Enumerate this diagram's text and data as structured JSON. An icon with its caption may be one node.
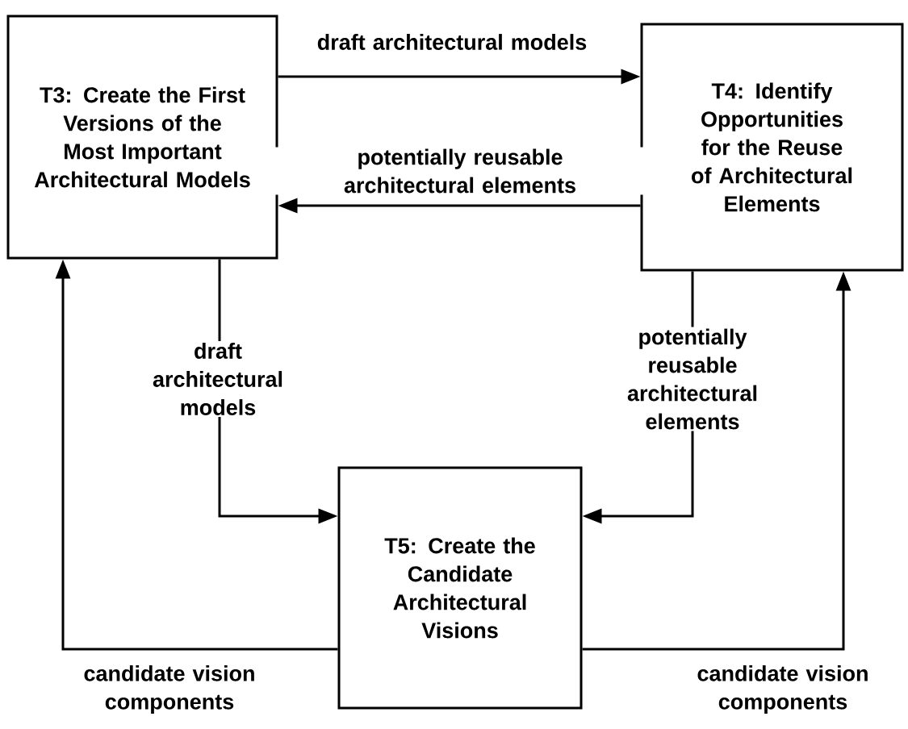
{
  "diagram": {
    "nodes": [
      {
        "text": [
          "T3: Create the First Versions of the Most Important Architectural Models"
        ]
      },
      {
        "text": [
          "T4: Identify Opportunities for the Reuse of Architectural Elements"
        ]
      },
      {
        "text": [
          "T5: Create the Candidate Architectural Visions"
        ]
      }
    ],
    "edges": [
      {
        "from": 0,
        "to": 1,
        "arrow": "to",
        "label": "draft architectural models"
      },
      {
        "from": 1,
        "to": 0,
        "arrow": "to",
        "label": "potentially reusable architectural elements"
      },
      {
        "from": 0,
        "to": 2,
        "arrow": "to",
        "label": "draft architectural models"
      },
      {
        "from": 1,
        "to": 2,
        "arrow": "to",
        "label": "potentially reusable architectural elements"
      },
      {
        "from": 2,
        "to": 0,
        "arrow": "to",
        "label": "candidate vision components"
      },
      {
        "from": 2,
        "to": 1,
        "arrow": "to",
        "label": "candidate vision components"
      }
    ]
  }
}
